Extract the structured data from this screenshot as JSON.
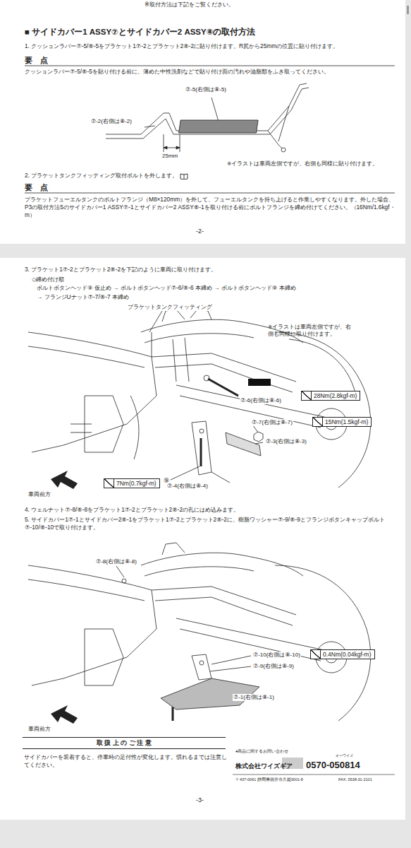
{
  "diagram": {
    "title": "■ サイドカバー1 ASSY⑦とサイドカバー2 ASSY⑧の取付方法",
    "nodes": [
      {
        "text": [
          "28Nm(2.8kgf-m)"
        ]
      },
      {
        "text": [
          "15Nm(1.5kgf-m)"
        ]
      },
      {
        "text": [
          "7Nm(0.7kgf-m)"
        ]
      },
      {
        "text": [
          "0.4Nm(0.04kgf-m)"
        ]
      },
      {
        "text": [
          "取 扱 上 の ご 注 意"
        ]
      }
    ],
    "labels": [
      "※取付方法は下記をご覧ください。",
      "1. クッションラバー⑦-5/⑧-5をブラケット1⑦-2とブラケット2⑧-2に貼り付けます。R尻から25mmの位置に貼り付けます。",
      "要　点",
      "クッションラバー⑦-5/⑧-5を貼り付ける前に、薄めた中性洗剤などで貼り付け面の汚れや油脂類をふき取ってください。",
      "⑦-5(右側は⑧-5)",
      "⑦-2(右側は⑧-2)",
      "25mm",
      "※イラストは車両左側ですが、右側も同様に貼り付けます。",
      "2. ブラケットタンクフィッティング取付ボルトを外します。",
      "要　点",
      "ブラケットフューエルタンクのボルトフランジ（M8×120mm）を外して、フューエルタンクを持ち上げると作業しやすくなります。外した場合、P3の取付方法5のサイドカバー1 ASSY⑦-1とサイドカバー2 ASSY⑧-1を取り付ける前にボルトフランジを締め付けてください。（16Nm/1.6kgf・m）",
      "-2-",
      "3. ブラケット1⑦-2とブラケット2⑧-2を下記のように車両に取り付けます。",
      "◇締め付け順",
      "ボルトボタンヘッド⑨ 仮止め → ボルトボタンヘッド⑦-6/⑧-6 本締め → ボルトボタンヘッド⑨ 本締め",
      "→ フランジUナット⑦-7/⑧-7 本締め",
      "ブラケットタンクフィッティング",
      "※イラストは車両左側ですが、右側も同様に取り付けます。",
      "⑦-6(右側は⑧-6)",
      "⑦-7(右側は⑧-7)",
      "⑦-3(右側は⑧-3)",
      "⑨",
      "⑦-4(右側は⑧-4)",
      "車両前方",
      "4. ウェルナット⑦-8/⑧-8をブラケット1⑦-2とブラケット2⑧-2の孔にはめ込みます。",
      "5. サイドカバー1⑦-1とサイドカバー2⑧-1をブラケット1⑦-2とブラケット2⑧-2に、樹脂ワッシャー⑦-9/⑧-9とフランジボタンキャップボルト⑦-10/⑧-10で取り付けます。",
      "⑦-8(右側は⑧-8)",
      "⑦-10(右側は⑧-10)",
      "⑦-9(右側は⑧-9)",
      "⑦-1(右側は⑧-1)",
      "車両前方",
      "サイドカバーを装着すると、停車時の足付性が変化します。慣れるまでは注意してください。",
      "●商品に関するお問い合わせ",
      "株式会社ワイズギア",
      "0570-050814",
      "オーワイズ",
      "〒437-0061 静岡県袋井市久能3001-8",
      "FAX. 0538-31-2101",
      "-3-"
    ]
  }
}
